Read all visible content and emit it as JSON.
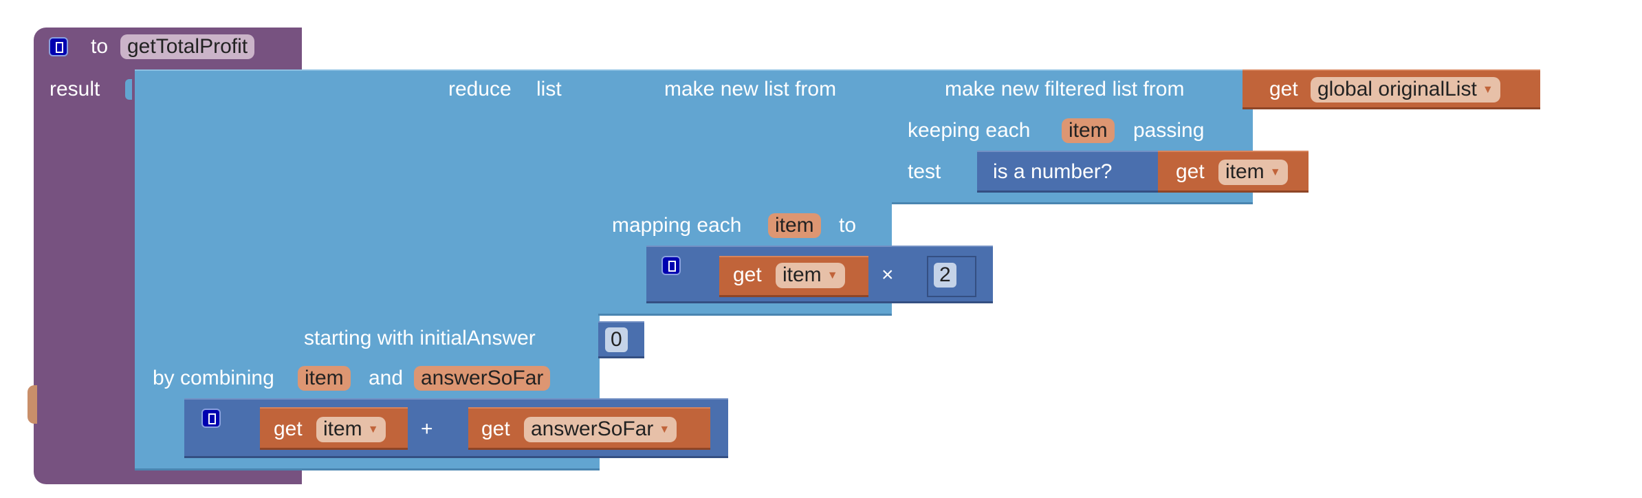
{
  "procedure": {
    "keyword": "to",
    "name": "getTotalProfit",
    "result_label": "result"
  },
  "reduce": {
    "label": "reduce",
    "list_label": "list",
    "start_label": "starting with initialAnswer",
    "start_value": "0",
    "combine_label": "by combining",
    "var1": "item",
    "and_label": "and",
    "var2": "answerSoFar"
  },
  "map": {
    "label": "make new list from",
    "mapping_label": "mapping each",
    "var": "item",
    "to_label": "to",
    "multiply_op": "×",
    "get_label": "get",
    "get_var": "item",
    "factor": "2"
  },
  "filter": {
    "label": "make new filtered list from",
    "keeping_label": "keeping each",
    "var": "item",
    "passing_label": "passing",
    "test_label": "test",
    "get_label": "get",
    "source": "global originalList",
    "predicate": "is a number?",
    "pred_get_label": "get",
    "pred_var": "item"
  },
  "sum": {
    "op": "+",
    "get1_label": "get",
    "get1_var": "item",
    "get2_label": "get",
    "get2_var": "answerSoFar"
  },
  "colors": {
    "procedure": "#775280",
    "list": "#62a5d1",
    "math": "#4a6fae",
    "variable": "#c1643a"
  }
}
